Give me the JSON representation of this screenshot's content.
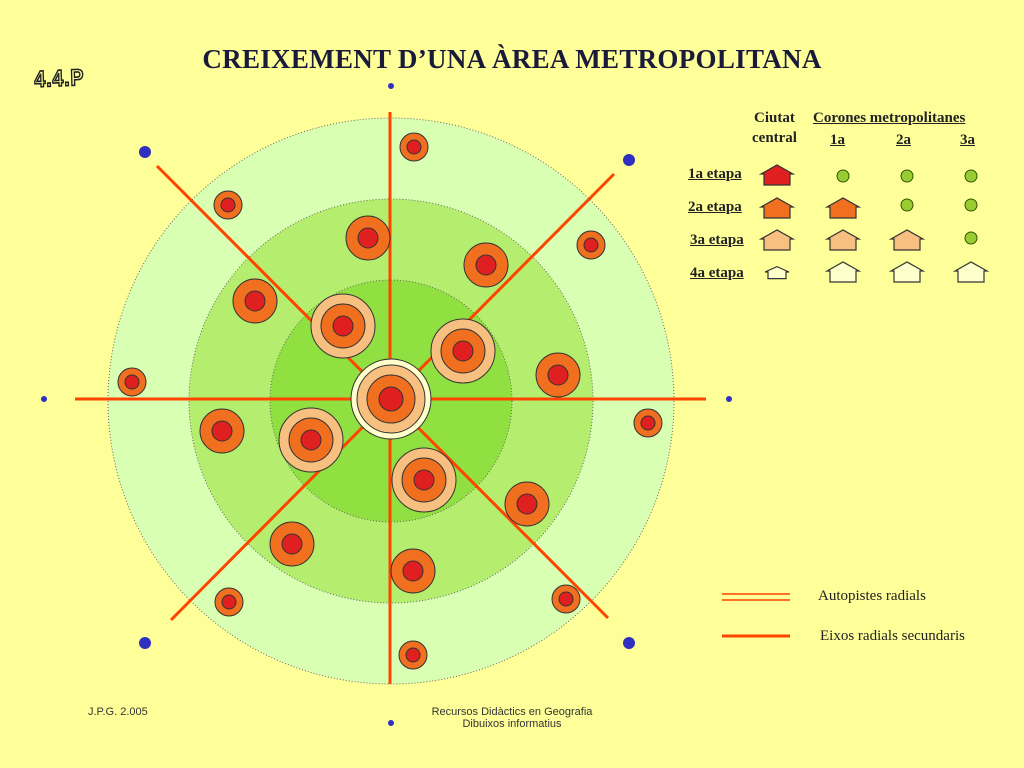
{
  "title": "CREIXEMENT D’UNA ÀREA METROPOLITANA",
  "badge": "4.4.P",
  "legend": {
    "central_line1": "Ciutat",
    "central_line2": "central",
    "rings_header": "Corones metropolitanes",
    "ring_labels": [
      "1a",
      "2a",
      "3a"
    ],
    "stages": [
      "1a etapa",
      "2a etapa",
      "3a etapa",
      "4a etapa"
    ],
    "highways": "Autopistes radials",
    "secondary_axes": "Eixos radials secundaris"
  },
  "footer": {
    "author": "J.P.G. 2.005",
    "credit_line1": "Recursos Didàctics en Geografia",
    "credit_line2": "Dibuixos informatius"
  },
  "colors": {
    "background": "#ffff99",
    "outer_ring": "#d9ffb3",
    "middle_ring": "#b5ee6e",
    "inner_ring": "#8fe040",
    "stage1": "#e02020",
    "stage2": "#f07020",
    "stage3": "#f8c080",
    "stage4": "#ffffcc",
    "axis": "#ff4400",
    "marker": "#3030c0"
  }
}
